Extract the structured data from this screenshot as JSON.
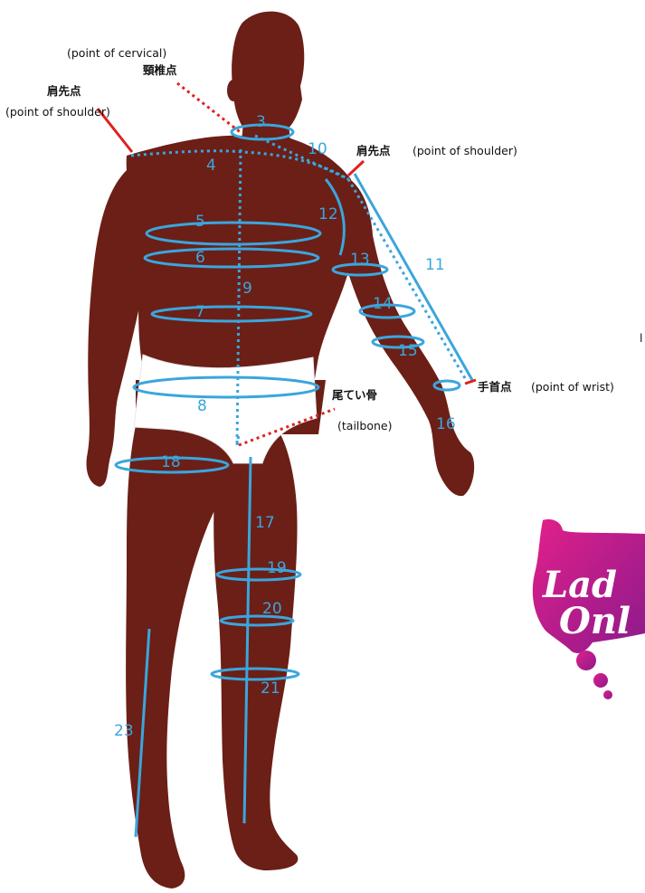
{
  "colors": {
    "body": "#6b1f17",
    "measure": "#3aa6dd",
    "marker": "#e02020",
    "underwear": "#ffffff",
    "logo_pink": "#d41e8a",
    "logo_purple": "#8c1a8c"
  },
  "labels": {
    "point_of_cervical_en": "(point of cervical)",
    "point_of_cervical_jp": "頸椎点",
    "left_shoulder_jp": "肩先点",
    "left_shoulder_en": "(point of shoulder)",
    "right_shoulder_jp": "肩先点",
    "right_shoulder_en": "(point of shoulder)",
    "tailbone_jp": "尾てい骨",
    "tailbone_en": "(tailbone)",
    "wrist_jp": "手首点",
    "wrist_en": "(point of wrist)",
    "edge_mark": "l"
  },
  "measurements": [
    {
      "id": "3"
    },
    {
      "id": "4"
    },
    {
      "id": "5"
    },
    {
      "id": "6"
    },
    {
      "id": "7"
    },
    {
      "id": "8"
    },
    {
      "id": "9"
    },
    {
      "id": "10"
    },
    {
      "id": "11"
    },
    {
      "id": "12"
    },
    {
      "id": "13"
    },
    {
      "id": "14"
    },
    {
      "id": "15"
    },
    {
      "id": "16"
    },
    {
      "id": "17"
    },
    {
      "id": "18"
    },
    {
      "id": "19"
    },
    {
      "id": "20"
    },
    {
      "id": "21"
    },
    {
      "id": "23"
    }
  ],
  "logo": {
    "line1": "Lad",
    "line2": "Onl"
  }
}
